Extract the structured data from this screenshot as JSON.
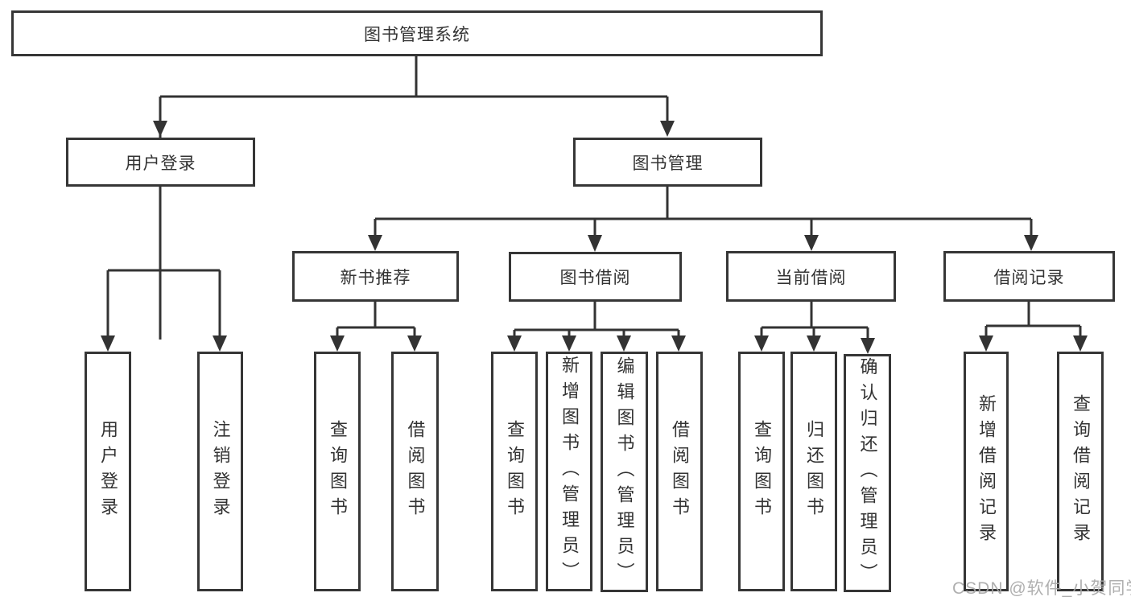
{
  "diagram": {
    "type": "function-structure-tree",
    "colors": {
      "line": "#333333",
      "border": "#363636",
      "text": "#333333",
      "background": "#ffffff",
      "watermark": "#a8a8a8"
    },
    "tree": {
      "label": "图书管理系统",
      "children": [
        {
          "label": "用户登录",
          "children": [
            {
              "label": "用户登录"
            },
            {
              "label": "注销登录"
            }
          ]
        },
        {
          "label": "图书管理",
          "children": [
            {
              "label": "新书推荐",
              "children": [
                {
                  "label": "查询图书"
                },
                {
                  "label": "借阅图书"
                }
              ]
            },
            {
              "label": "图书借阅",
              "children": [
                {
                  "label": "查询图书"
                },
                {
                  "label": "新增图书（管理员）"
                },
                {
                  "label": "编辑图书（管理员）"
                },
                {
                  "label": "借阅图书"
                }
              ]
            },
            {
              "label": "当前借阅",
              "children": [
                {
                  "label": "查询图书"
                },
                {
                  "label": "归还图书"
                },
                {
                  "label": "确认归还（管理员）"
                }
              ]
            },
            {
              "label": "借阅记录",
              "children": [
                {
                  "label": "新增借阅记录"
                },
                {
                  "label": "查询借阅记录"
                }
              ]
            }
          ]
        }
      ]
    },
    "watermark": {
      "text": "CSDN @软件_小贺同学"
    }
  }
}
